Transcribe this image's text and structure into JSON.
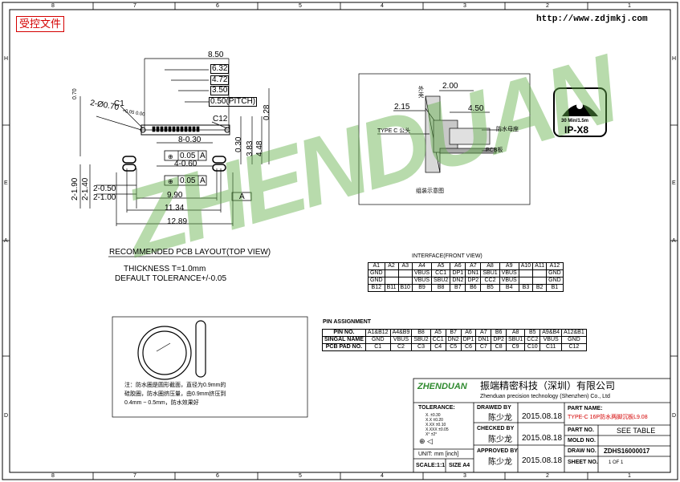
{
  "stamp": "受控文件",
  "website": "http://www.zdjmkj.com",
  "border_cols": [
    "8",
    "7",
    "6",
    "5",
    "4",
    "3",
    "2",
    "1"
  ],
  "border_rows": [
    "H",
    "E",
    "A",
    "D"
  ],
  "dims": {
    "d850": "8.50",
    "d632": "6.32",
    "d472": "4.72",
    "d350": "3.50",
    "pitch": "0.50(PITCH)",
    "c1": "C1",
    "c12": "C12",
    "d070": "0.70",
    "d2070": "2-Ø0.70",
    "tol": "+0.05 0.00",
    "d030a": "8-0.30",
    "d060": "4-0.60",
    "d030": "0.30",
    "d383": "3.83",
    "d448": "4.48",
    "d028": "0.28",
    "gtp1": "0.05",
    "gtp2": "0.05",
    "a": "A",
    "d190": "2-1.90",
    "d140": "2-1.40",
    "d2050": "2-0.50",
    "d2100": "2-1.00",
    "d990": "9.90",
    "d1134": "11.34",
    "d1289": "12.89",
    "datum": "A"
  },
  "assembly": {
    "d200": "2.00",
    "d215": "2.15",
    "d450": "4.50",
    "shell": "外壳",
    "plug": "TYPE C 公头",
    "ring": "防水母座",
    "pcb": "PCB板",
    "caption": "组装示意图"
  },
  "ip": {
    "line1": "30 Min/1.5m",
    "rating": "IP-X8"
  },
  "layout_title": "RECOMMENDED PCB LAYOUT(TOP VIEW)",
  "thickness": "THICKNESS T=1.0mm",
  "tolerance": "DEFAULT TOLERANCE+/-0.05",
  "interface": {
    "title": "INTERFACE(FRONT VIEW)",
    "rows": [
      [
        "A1",
        "A2",
        "A3",
        "A4",
        "A5",
        "A6",
        "A7",
        "A8",
        "A9",
        "A10",
        "A11",
        "A12"
      ],
      [
        "GND",
        "",
        "",
        "VBUS",
        "CC1",
        "DP1",
        "DN1",
        "SBU1",
        "VBUS",
        "",
        "",
        "GND"
      ],
      [
        "GND",
        "",
        "",
        "VBUS",
        "SBU2",
        "DN2",
        "DP2",
        "CC2",
        "VBUS",
        "",
        "",
        "GND"
      ],
      [
        "B12",
        "B11",
        "B10",
        "B9",
        "B8",
        "B7",
        "B6",
        "B5",
        "B4",
        "B3",
        "B2",
        "B1"
      ]
    ]
  },
  "pins": {
    "title": "PIN ASSIGNMENT",
    "rows": [
      [
        "PIN NO.",
        "A1&B12",
        "A4&B9",
        "B8",
        "A5",
        "B7",
        "A6",
        "A7",
        "B6",
        "A8",
        "B5",
        "A9&B4",
        "A12&B1"
      ],
      [
        "SINGAL NAME",
        "GND",
        "VBUS",
        "SBU2",
        "CC1",
        "DN2",
        "DP1",
        "DN1",
        "DP2",
        "SBU1",
        "CC2",
        "VBUS",
        "GND"
      ],
      [
        "PCB PAD NO.",
        "C1",
        "C2",
        "C3",
        "C4",
        "C5",
        "C6",
        "C7",
        "C8",
        "C9",
        "C10",
        "C11",
        "C12"
      ]
    ]
  },
  "note": {
    "line1": "注：防水圈是圆形截面，直径为0.9mm的",
    "line2": "硅胶圈，防水圈挤压量，由0.9mm挤压到",
    "line3": "0.4mm ~ 0.5mm，防水效果好"
  },
  "title_block": {
    "company_cn": "振端精密科技（深圳）有限公司",
    "company_en": "Zhenduan precision technology (Shenzhen) Co., Ltd",
    "logo": "ZHENDUAN",
    "tolerance_label": "TOLERANCE:",
    "drawn_by_label": "DRAWED BY",
    "drawn_by": "陈少龙",
    "date1": "2015.08.18",
    "checked_by_label": "CHECKED BY",
    "checked_by": "陈少龙",
    "date2": "2015.08.18",
    "approved_by_label": "APPROVED BY",
    "approved_by": "陈少龙",
    "date3": "2015.08.18",
    "part_name_label": "PART NAME:",
    "part_name": "TYPE-C 16P防水两脚沉板L9.08",
    "part_no_label": "PART NO.",
    "part_no": "SEE TABLE",
    "mold_no_label": "MOLD NO.",
    "draw_no_label": "DRAW NO.",
    "draw_no": "ZDHS16000017",
    "sheet_no_label": "SHEET NO.",
    "sheet_no": "1 OF 1",
    "unit_label": "UNIT:",
    "unit": "mm [inch]",
    "scale_label": "SCALE:1:1",
    "size_label": "SIZE A4"
  }
}
